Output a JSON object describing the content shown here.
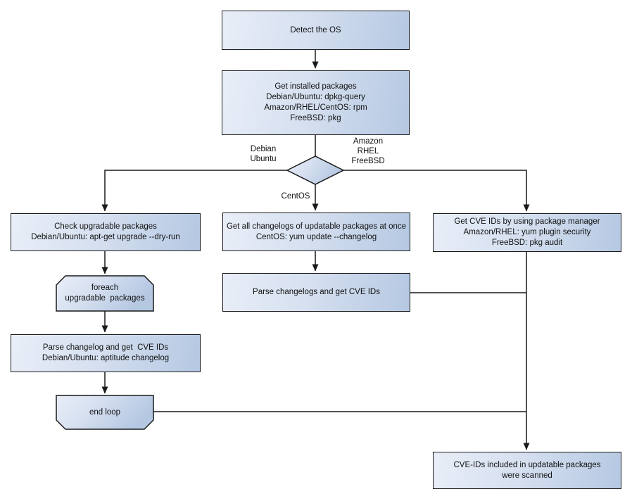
{
  "colors": {
    "fill_light": "#e9eef8",
    "fill_dark": "#b5c8e2",
    "border": "#1a1a1a",
    "canvas_bg": "#ffffff",
    "text": "#111111"
  },
  "nodes": {
    "detect_os": {
      "lines": [
        "Detect the OS"
      ]
    },
    "get_installed_packages": {
      "lines": [
        "Get installed packages",
        "Debian/Ubuntu: dpkg-query",
        "Amazon/RHEL/CentOS: rpm",
        "FreeBSD: pkg"
      ]
    },
    "check_upgradable": {
      "lines": [
        "Check upgradable packages",
        "Debian/Ubuntu: apt-get upgrade --dry-run"
      ]
    },
    "get_all_changelogs": {
      "lines": [
        "Get all changelogs of updatable packages at once",
        "CentOS: yum update --changelog"
      ]
    },
    "get_cve_ids": {
      "lines": [
        "Get CVE IDs by using package manager",
        "Amazon/RHEL: yum plugin security",
        "FreeBSD: pkg audit"
      ]
    },
    "foreach_loop": {
      "lines": [
        "foreach",
        "upgradable  packages"
      ]
    },
    "parse_changelogs": {
      "lines": [
        "Parse changelogs and get CVE IDs"
      ]
    },
    "parse_changelog_aptitude": {
      "lines": [
        "Parse changelog and get  CVE IDs",
        "Debian/Ubuntu: aptitude changelog"
      ]
    },
    "end_loop": {
      "lines": [
        "end loop"
      ]
    },
    "scanned_result": {
      "lines": [
        "CVE-IDs included in updatable packages",
        "were scanned"
      ]
    }
  },
  "edge_labels": {
    "debian_ubuntu": [
      "Debian",
      "Ubuntu"
    ],
    "amazon_rhel_freebsd": [
      "Amazon",
      "RHEL",
      "FreeBSD"
    ],
    "centos": "CentOS"
  }
}
